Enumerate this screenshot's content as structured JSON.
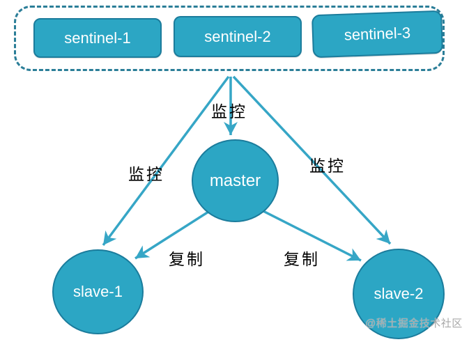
{
  "sentinel_group": {
    "items": [
      {
        "label": "sentinel-1"
      },
      {
        "label": "sentinel-2"
      },
      {
        "label": "sentinel-3"
      }
    ]
  },
  "nodes": {
    "master": {
      "label": "master"
    },
    "slave1": {
      "label": "slave-1"
    },
    "slave2": {
      "label": "slave-2"
    }
  },
  "edges": {
    "monitor_center": {
      "label": "监控"
    },
    "monitor_left": {
      "label": "监控"
    },
    "monitor_right": {
      "label": "监控"
    },
    "replicate_left": {
      "label": "复制"
    },
    "replicate_right": {
      "label": "复制"
    }
  },
  "watermark": {
    "text": "@稀土掘金技术社区"
  },
  "colors": {
    "background": "#ffffff",
    "node_fill": "#2ca6c4",
    "node_border": "#1b7c9c",
    "node_text": "#ffffff",
    "dash_border": "#2b7e98",
    "line": "#36a6c6",
    "label_text": "#000000",
    "watermark": "#a8a8a8"
  }
}
